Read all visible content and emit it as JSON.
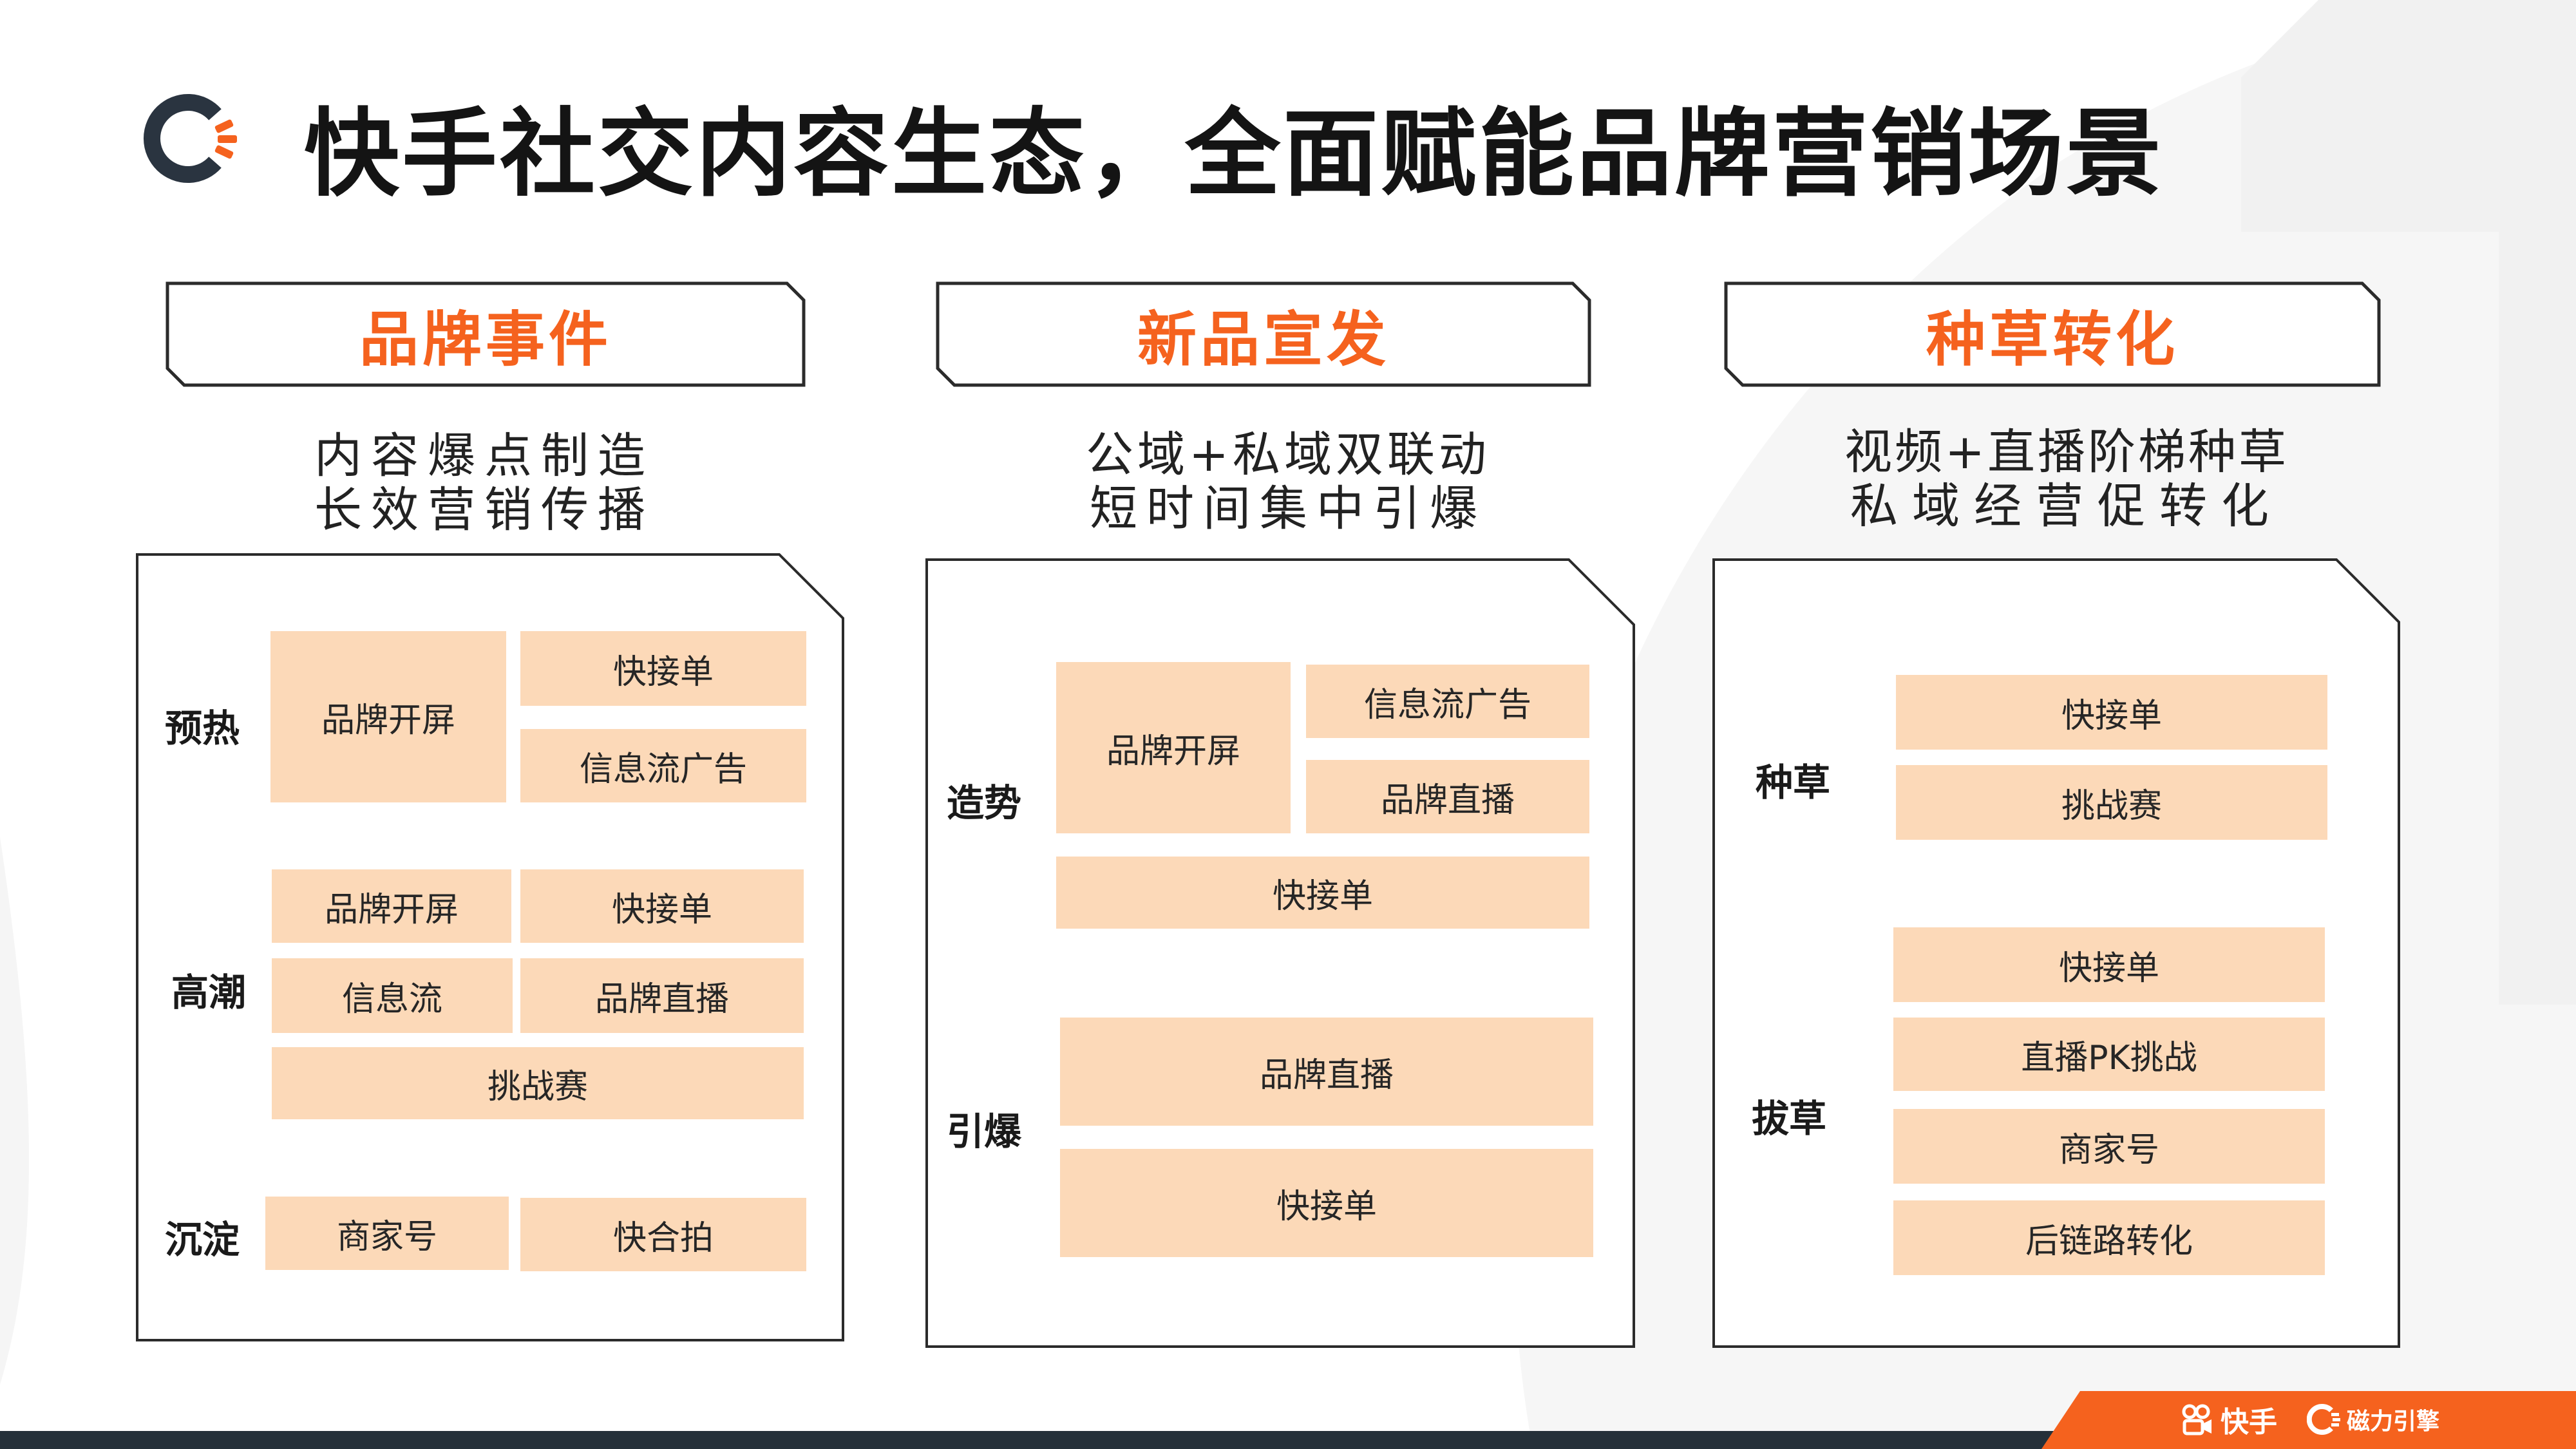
{
  "title": "快手社交内容生态，全面赋能品牌营销场景",
  "brand_color": "#f5621e",
  "tile_color": "#fcd9b8",
  "columns": [
    {
      "tab": "品牌事件",
      "subtitle": [
        "内容爆点制造",
        "长效营销传播"
      ],
      "stages": [
        {
          "label": "预热",
          "tiles": [
            "品牌开屏",
            "快接单",
            "信息流广告"
          ]
        },
        {
          "label": "高潮",
          "tiles": [
            "品牌开屏",
            "快接单",
            "信息流",
            "品牌直播",
            "挑战赛"
          ]
        },
        {
          "label": "沉淀",
          "tiles": [
            "商家号",
            "快合拍"
          ]
        }
      ]
    },
    {
      "tab": "新品宣发",
      "subtitle": [
        "公域+私域双联动",
        "短时间集中引爆"
      ],
      "stages": [
        {
          "label": "造势",
          "tiles": [
            "品牌开屏",
            "信息流广告",
            "品牌直播",
            "快接单"
          ]
        },
        {
          "label": "引爆",
          "tiles": [
            "品牌直播",
            "快接单"
          ]
        }
      ]
    },
    {
      "tab": "种草转化",
      "subtitle": [
        "视频+直播阶梯种草",
        "私域经营促转化"
      ],
      "stages": [
        {
          "label": "种草",
          "tiles": [
            "快接单",
            "挑战赛"
          ]
        },
        {
          "label": "拔草",
          "tiles": [
            "快接单",
            "直播PK挑战",
            "商家号",
            "后链路转化"
          ]
        }
      ]
    }
  ],
  "footer": {
    "brand_1": "快手",
    "brand_2": "磁力引擎",
    "icons": [
      "kuaishou-logo-icon",
      "magnetic-engine-logo-icon"
    ]
  }
}
